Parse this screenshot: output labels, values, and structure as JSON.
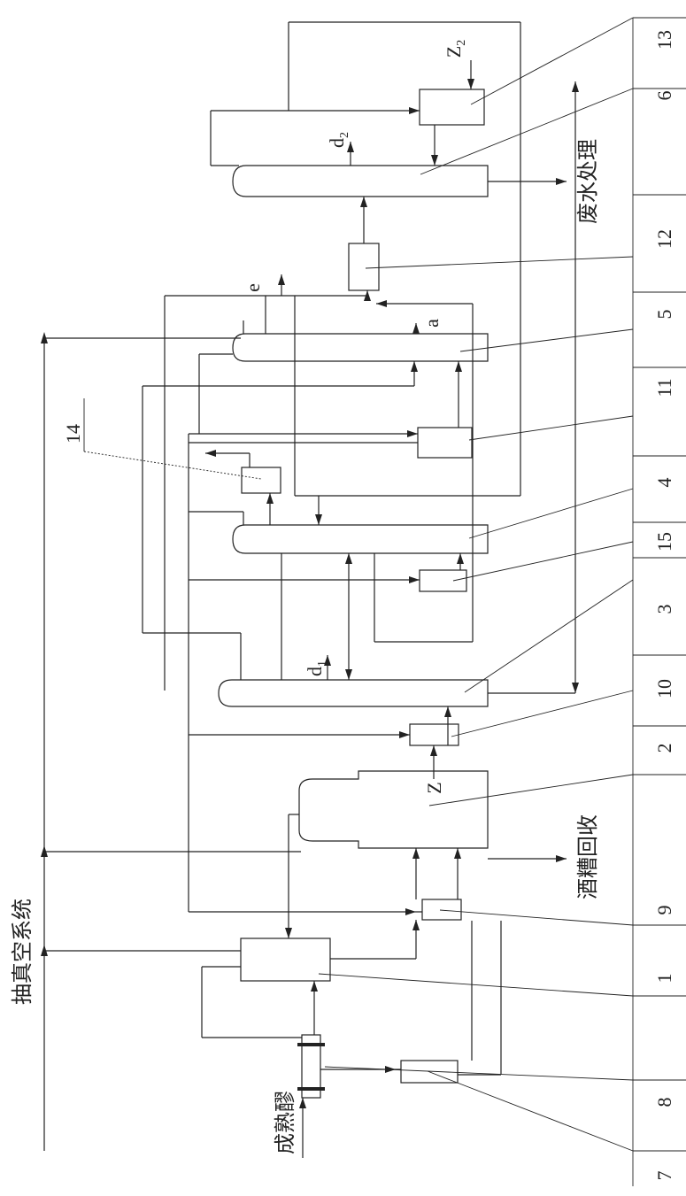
{
  "labels": {
    "vacuum": "抽真空系统",
    "mash": "成熟醪",
    "vinasse": "酒糟回收",
    "wastewater": "废水处理",
    "z": "Z",
    "z2": "Z",
    "z2_sub": "2",
    "d1": "d",
    "d1_sub": "1",
    "d2": "d",
    "d2_sub": "2",
    "a": "a",
    "e": "e"
  },
  "numbers": [
    "7",
    "8",
    "1",
    "9",
    "2",
    "10",
    "3",
    "15",
    "4",
    "14",
    "11",
    "5",
    "12",
    "6",
    "13"
  ]
}
